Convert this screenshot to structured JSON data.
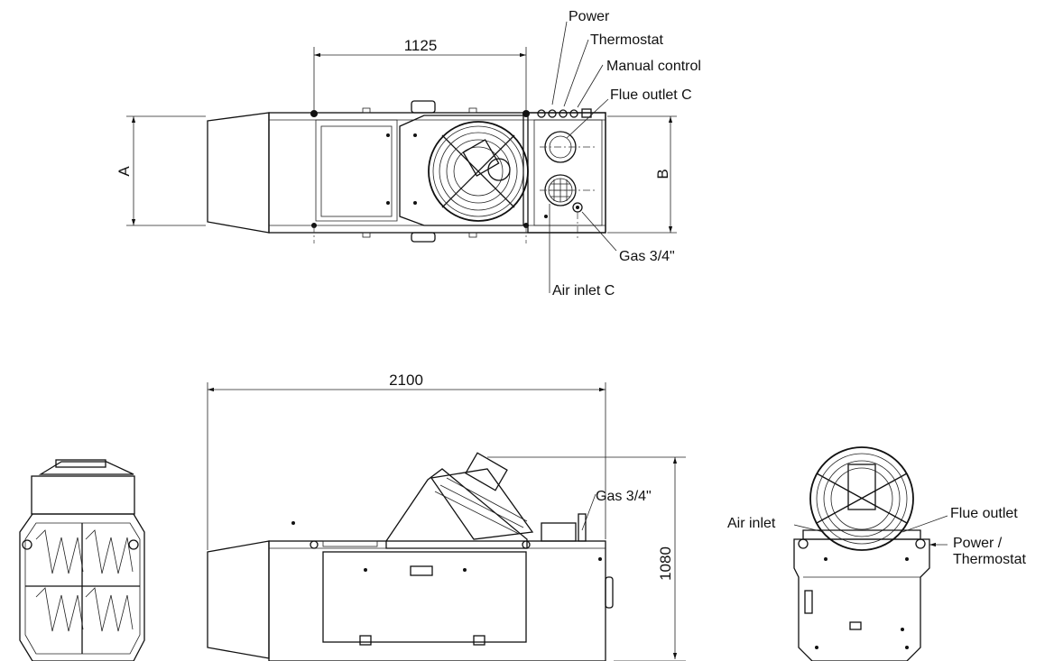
{
  "top_view": {
    "dim_length": "1125",
    "dim_a": "A",
    "dim_b": "B",
    "labels": {
      "power": "Power",
      "thermostat": "Thermostat",
      "manual_control": "Manual control",
      "flue_outlet_c": "Flue outlet  C",
      "gas": "Gas 3/4\"",
      "air_inlet_c": "Air inlet  C"
    }
  },
  "side_view": {
    "dim_length": "2100",
    "dim_height": "1080",
    "labels": {
      "gas": "Gas 3/4\""
    }
  },
  "rear_view": {
    "labels": {
      "air_inlet": "Air inlet",
      "flue_outlet": "Flue outlet",
      "power_line1": "Power /",
      "power_line2": "Thermostat"
    }
  }
}
